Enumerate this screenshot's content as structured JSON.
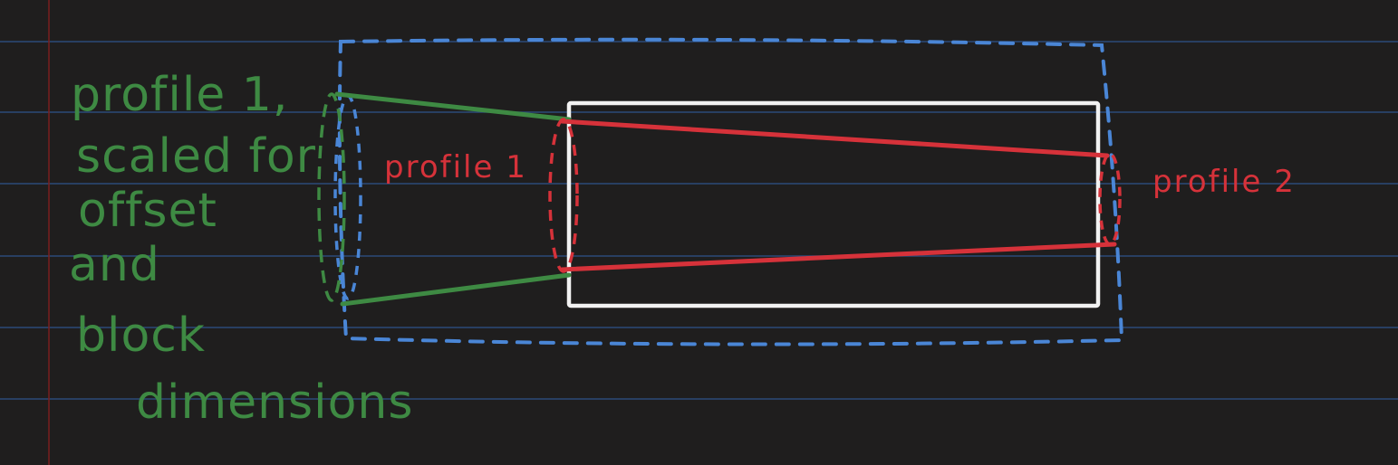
{
  "colors": {
    "background": "#1f1e1e",
    "rule_line": "#2b4a78",
    "margin_line": "#7a1f1f",
    "green": "#3e8a43",
    "red": "#d6323a",
    "blue": "#4a86d6",
    "white": "#f2f2f2"
  },
  "annotations": {
    "left_note": {
      "line1": "profile 1,",
      "line2": "scaled for",
      "line3": "offset",
      "line4": "and",
      "line5": "block",
      "line6": "dimensions"
    },
    "profile1_label": "profile 1",
    "profile2_label": "profile 2"
  }
}
